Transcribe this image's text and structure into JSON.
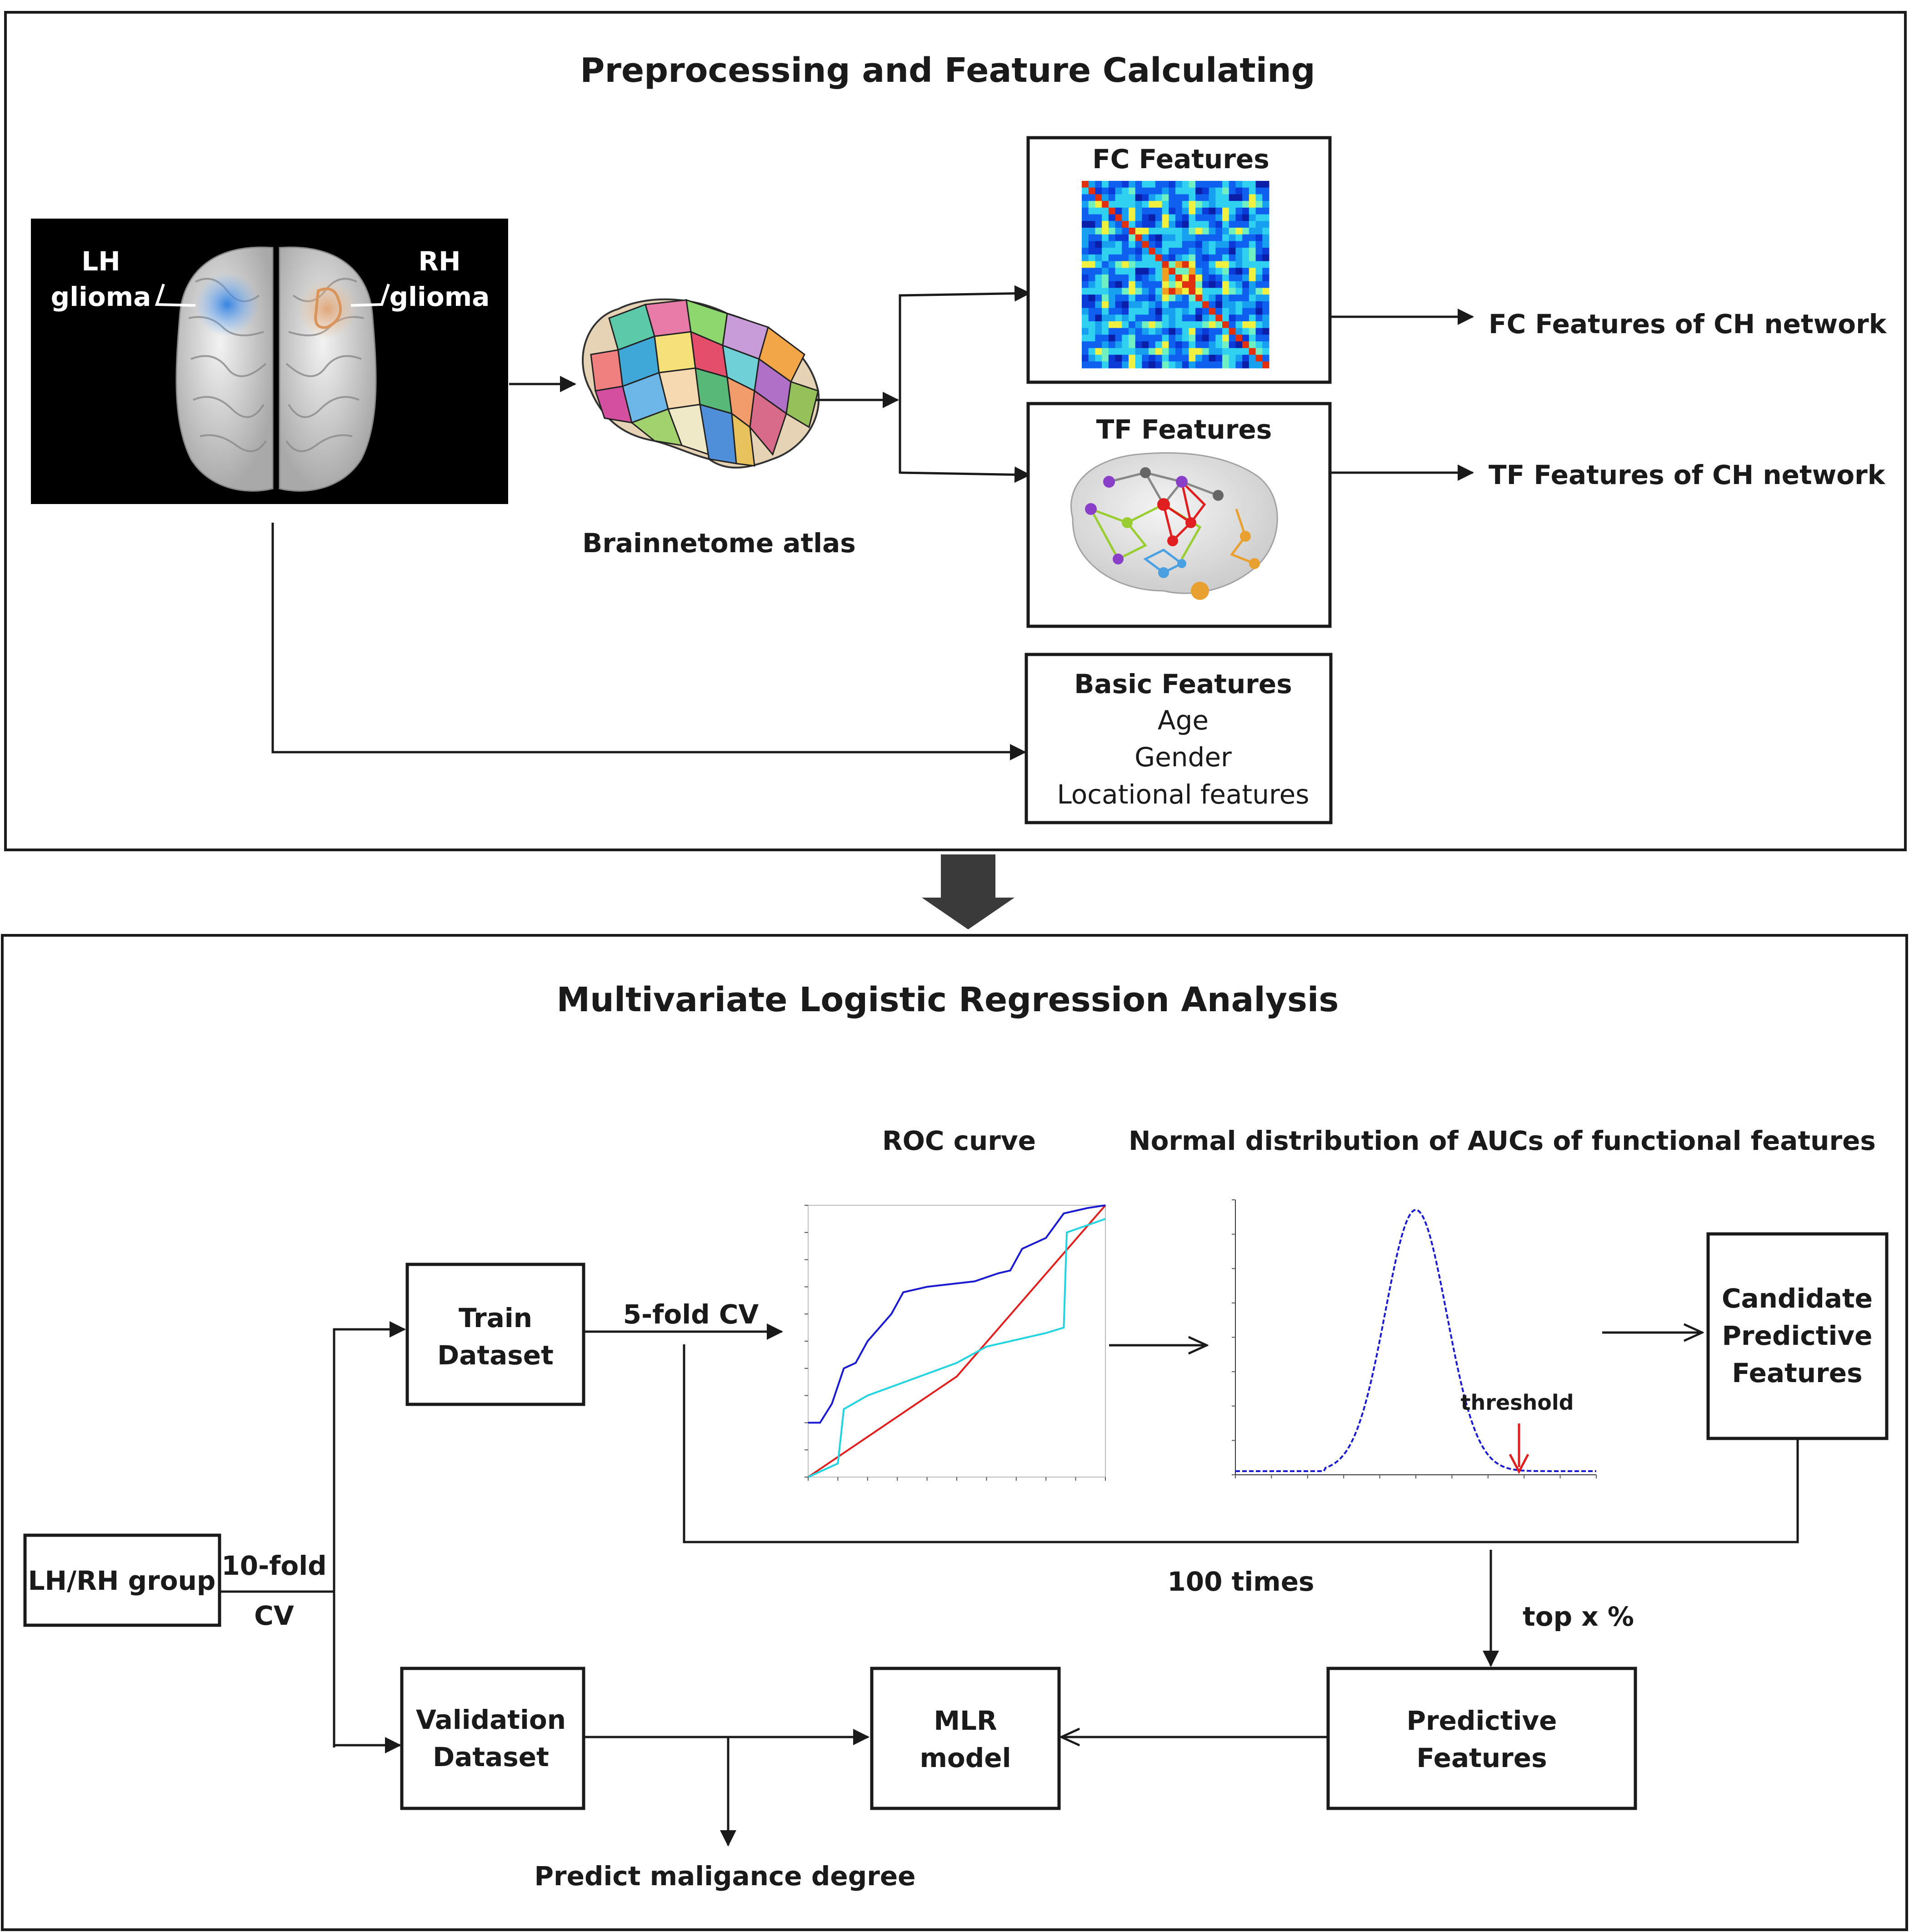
{
  "top_panel": {
    "title": "Preprocessing and Feature Calculating",
    "brain": {
      "lh_label_1": "LH",
      "lh_label_2": "glioma",
      "rh_label_1": "RH",
      "rh_label_2": "glioma"
    },
    "atlas_label": "Brainnetome atlas",
    "fc_box_title": "FC Features",
    "tf_box_title": "TF Features",
    "fc_output": "FC Features of CH network",
    "tf_output": "TF Features of CH network",
    "basic_box": {
      "title": "Basic Features",
      "items": [
        "Age",
        "Gender",
        "Locational features"
      ]
    }
  },
  "bottom_panel": {
    "title": "Multivariate Logistic Regression Analysis",
    "group_box": "LH/RH  group",
    "cv10_line1": "10-fold",
    "cv10_line2": "CV",
    "train_box": [
      "Train",
      "Dataset"
    ],
    "cv5_label": "5-fold CV",
    "roc_title": "ROC curve",
    "dist_title": "Normal distribution of AUCs of functional features",
    "threshold_label": "threshold",
    "candidate_box": [
      "Candidate",
      "Predictive",
      "Features"
    ],
    "repeat_label": "100 times",
    "top_label": "top x %",
    "validation_box": [
      "Validation",
      "Dataset"
    ],
    "mlr_box": [
      "MLR",
      "model"
    ],
    "predictive_box": [
      "Predictive",
      "Features"
    ],
    "predict_label": "Predict maligance degree"
  },
  "colors": {
    "roc_blue": "#1a1ad0",
    "roc_cyan": "#22d3e0",
    "roc_red": "#e0201e",
    "dist_blue": "#1a1ad0",
    "threshold_arrow": "#e0201e"
  }
}
